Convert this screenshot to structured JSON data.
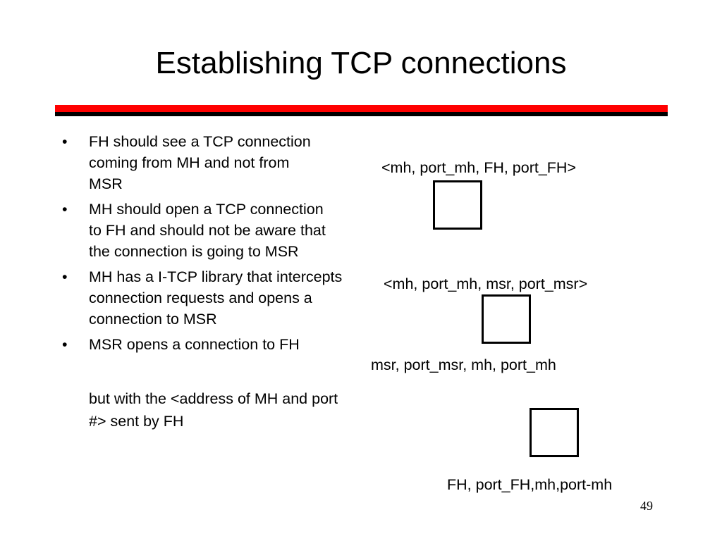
{
  "slide": {
    "title": "Establishing TCP connections",
    "bullets": [
      "FH should see a TCP connection coming from MH and not from MSR",
      "MH should open a TCP connection to FH and should not be aware that the connection is going to MSR",
      "MH has a I-TCP library that intercepts connection requests and opens a connection to MSR",
      "MSR opens a connection to FH"
    ],
    "bullet_symbol": "•",
    "continuation": "but with the <address of MH and port #> sent by FH",
    "diagram": {
      "label_1": "<mh, port_mh, FH, port_FH>",
      "label_2": "<mh, port_mh, msr, port_msr>",
      "label_3": "msr, port_msr, mh, port_mh",
      "label_4": "FH, port_FH,mh,port-mh"
    },
    "page_number": "49",
    "colors": {
      "rule_top": "#ff0000",
      "rule_bottom": "#000000",
      "text": "#000000",
      "background": "#ffffff"
    }
  }
}
